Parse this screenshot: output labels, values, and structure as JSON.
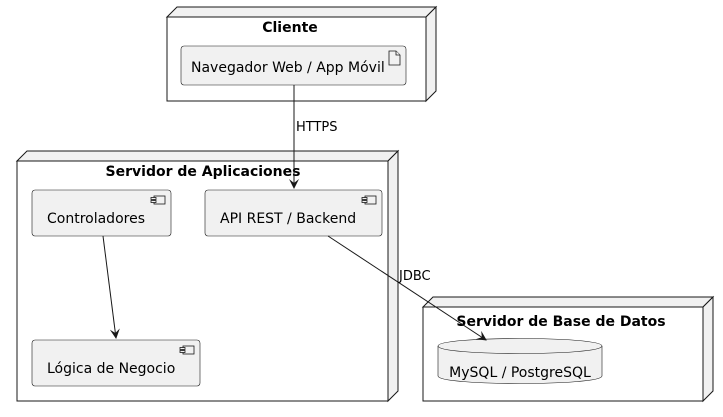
{
  "nodes": {
    "cliente": {
      "title": "Cliente",
      "artifact": {
        "label": "Navegador Web / App Móvil",
        "icon": "artifact-icon"
      }
    },
    "servidor_aplicaciones": {
      "title": "Servidor de Aplicaciones",
      "components": {
        "controladores": {
          "label": "Controladores",
          "icon": "component-icon"
        },
        "api": {
          "label": "API REST / Backend",
          "icon": "component-icon"
        },
        "logica": {
          "label": "Lógica de Negocio",
          "icon": "component-icon"
        }
      }
    },
    "servidor_bd": {
      "title": "Servidor de Base de Datos",
      "database": {
        "label": "MySQL / PostgreSQL",
        "icon": "database-icon"
      }
    }
  },
  "edges": {
    "https": {
      "label": "HTTPS",
      "from": "Navegador Web / App Móvil",
      "to": "API REST / Backend"
    },
    "jdbc": {
      "label": "JDBC",
      "from": "API REST / Backend",
      "to": "MySQL / PostgreSQL"
    },
    "internal": {
      "label": "",
      "from": "Controladores",
      "to": "Lógica de Negocio"
    }
  },
  "colors": {
    "fill": "#f1f1f1",
    "stroke": "#181818",
    "background": "#ffffff"
  }
}
